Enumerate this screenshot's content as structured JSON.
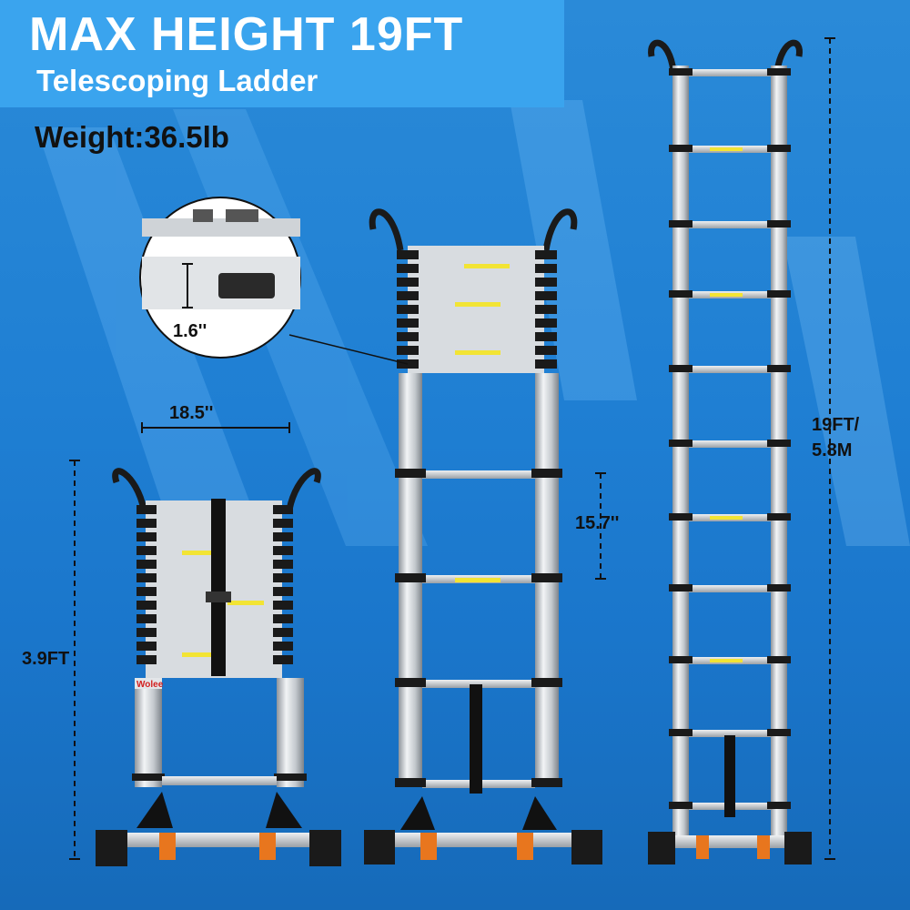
{
  "banner": {
    "title": "MAX HEIGHT 19FT",
    "subtitle": "Telescoping Ladder"
  },
  "weight_label": "Weight:36.5lb",
  "dimensions": {
    "width": "18.5''",
    "closed_height": "3.9FT",
    "rung_spacing": "15.7''",
    "rung_thickness": "1.6''",
    "full_height_ft": "19FT/",
    "full_height_m": "5.8M"
  },
  "brand_label": "Wolee",
  "colors": {
    "banner": "#3aa4ee",
    "background": "#1f7fd3",
    "rail": "#c9cdd2",
    "collar": "#1a1a1a",
    "foot_accent": "#e8761e"
  }
}
